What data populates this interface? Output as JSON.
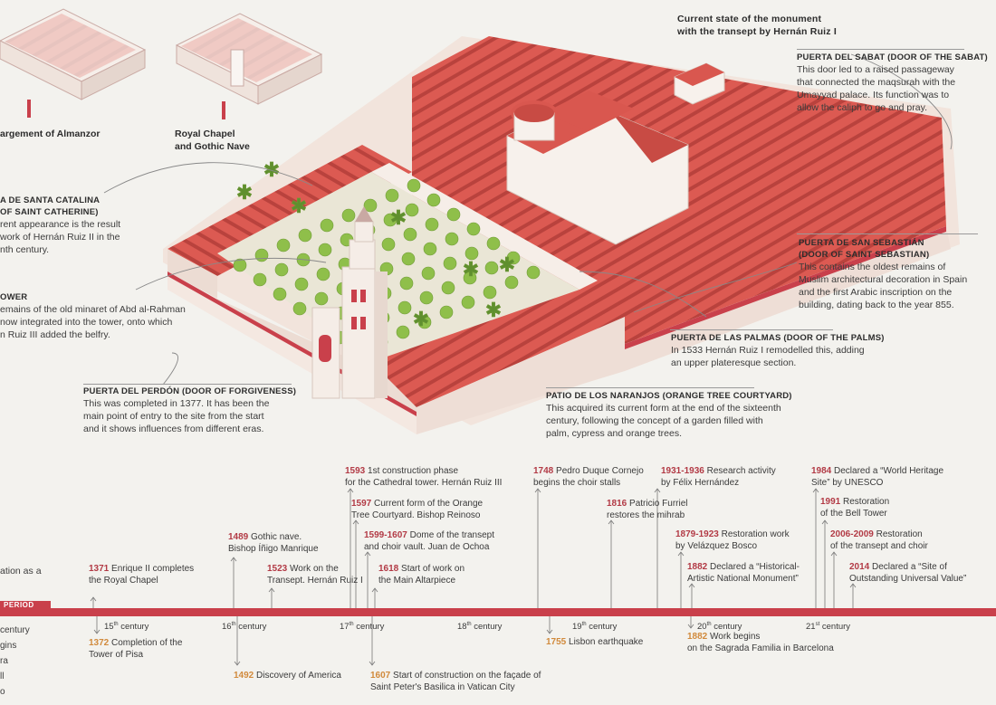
{
  "header": {
    "title_line1": "Current state of the monument",
    "title_line2": "with the transept by Hernán Ruiz I"
  },
  "thumbnails": [
    {
      "label": "argement of Almanzor"
    },
    {
      "label_line1": "Royal Chapel",
      "label_line2": "and Gothic Nave"
    }
  ],
  "annotations": {
    "sabat": {
      "title": "PUERTA DEL SABAT (DOOR OF THE SABAT)",
      "lines": [
        "This door led to a raised passageway",
        "that connected the maqsurah with the",
        "Umayyad palace. Its function was to",
        "allow the caliph to go and pray."
      ]
    },
    "catalina": {
      "title_line1": "A DE SANTA CATALINA",
      "title_line2": "OF SAINT CATHERINE)",
      "lines": [
        "rent appearance is the result",
        "work of Hernán Ruiz II in the",
        "nth century."
      ]
    },
    "tower": {
      "title": "OWER",
      "lines": [
        "emains of the old minaret of Abd al-Rahman",
        "now integrated into the tower, onto which",
        "n Ruiz III added the belfry."
      ]
    },
    "sebastian": {
      "title_line1": "PUERTA DE SAN SEBASTIÁN",
      "title_line2": "(DOOR OF SAINT SEBASTIAN)",
      "lines": [
        "This contains the oldest remains of",
        "Muslim architectural decoration in Spain",
        "and the first Arabic inscription on the",
        "building, dating back to the year 855."
      ]
    },
    "palmas": {
      "title": "PUERTA DE LAS PALMAS (DOOR OF THE PALMS)",
      "lines": [
        "In 1533 Hernán Ruiz I remodelled this, adding",
        "an upper plateresque section."
      ]
    },
    "perdon": {
      "title": "PUERTA DEL PERDÓN (DOOR OF FORGIVENESS)",
      "lines": [
        "This was completed in 1377. It has been the",
        "main point of entry to the site from the start",
        "and it shows influences from different eras."
      ]
    },
    "naranjos": {
      "title": "PATIO DE LOS NARANJOS (ORANGE TREE COURTYARD)",
      "lines": [
        "This acquired its current form at the end of the sixteenth",
        "century, following the concept of a garden filled with",
        "palm, cypress and orange trees."
      ]
    }
  },
  "timeline": {
    "period_label": "PERIOD",
    "left_crop": {
      "above": "ation as a",
      "below": [
        "century",
        "gins",
        "ra",
        "ll",
        "o"
      ]
    },
    "centuries": [
      {
        "n": "15",
        "sup": "th",
        "word": "century"
      },
      {
        "n": "16",
        "sup": "th",
        "word": "century"
      },
      {
        "n": "17",
        "sup": "th",
        "word": "century"
      },
      {
        "n": "18",
        "sup": "th",
        "word": "century"
      },
      {
        "n": "19",
        "sup": "th",
        "word": "century"
      },
      {
        "n": "20",
        "sup": "th",
        "word": "century"
      },
      {
        "n": "21",
        "sup": "st",
        "word": "century"
      }
    ],
    "events_above": [
      {
        "year": "1371",
        "l1": "Enrique II completes",
        "l2": "the Royal Chapel"
      },
      {
        "year": "1489",
        "l1": "Gothic nave.",
        "l2": "Bishop Íñigo Manrique"
      },
      {
        "year": "1523",
        "l1": "Work on the",
        "l2": "Transept. Hernán Ruiz I"
      },
      {
        "year": "1593",
        "l1": "1st construction phase",
        "l2": "for the Cathedral tower. Hernán Ruiz III"
      },
      {
        "year": "1597",
        "l1": "Current form of the Orange",
        "l2": "Tree Courtyard. Bishop Reinoso"
      },
      {
        "year": "1599-1607",
        "l1": "Dome of the transept",
        "l2": "and choir vault. Juan de Ochoa"
      },
      {
        "year": "1618",
        "l1": "Start of work on",
        "l2": "the Main Altarpiece"
      },
      {
        "year": "1748",
        "l1": "Pedro Duque Cornejo",
        "l2": "begins the choir stalls"
      },
      {
        "year": "1816",
        "l1": "Patricio Furriel",
        "l2": "restores the mihrab"
      },
      {
        "year": "1931-1936",
        "l1": "Research activity",
        "l2": "by Félix Hernández"
      },
      {
        "year": "1879-1923",
        "l1": "Restoration work",
        "l2": "by Velázquez Bosco"
      },
      {
        "year": "1882",
        "l1": "Declared a “Historical-",
        "l2": "Artistic National Monument”"
      },
      {
        "year": "1984",
        "l1": "Declared a “World Heritage",
        "l2": "Site” by UNESCO"
      },
      {
        "year": "1991",
        "l1": "Restoration",
        "l2": "of the Bell Tower"
      },
      {
        "year": "2006-2009",
        "l1": "Restoration",
        "l2": "of the transept and choir"
      },
      {
        "year": "2014",
        "l1": "Declared a “Site of",
        "l2": "Outstanding Universal Value”"
      }
    ],
    "events_below": [
      {
        "year": "1372",
        "l1": "Completion of the",
        "l2": "Tower of Pisa"
      },
      {
        "year": "1492",
        "l1": "Discovery of America",
        "l2": ""
      },
      {
        "year": "1607",
        "l1": "Start of construction on the façade of",
        "l2": "Saint Peter's Basilica in Vatican City"
      },
      {
        "year": "1755",
        "l1": "Lisbon earthquake",
        "l2": ""
      },
      {
        "year": "1882",
        "l1": "Work begins",
        "l2": "on the Sagrada Familia in Barcelona"
      }
    ]
  },
  "colors": {
    "accent_red": "#c9404b",
    "year_red": "#b23a45",
    "year_orange": "#d18a3c",
    "roof": "#d9574f",
    "wall": "#f4ece6",
    "tree": "#8fbf4a"
  }
}
